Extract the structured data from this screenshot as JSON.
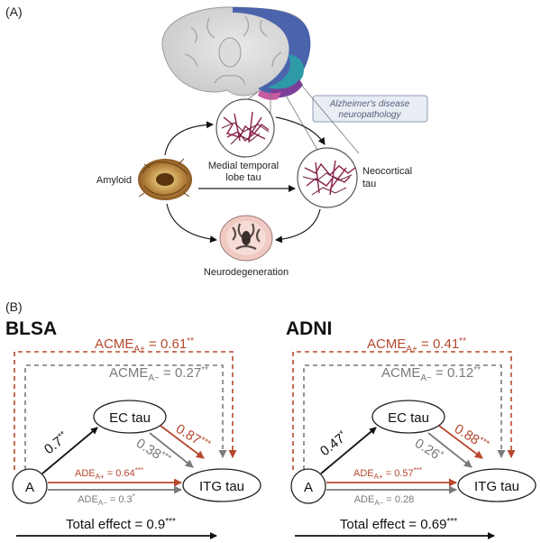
{
  "panel_a": {
    "label": "(A)",
    "nodes": {
      "amyloid": "Amyloid",
      "mtl_tau_1": "Medial temporal",
      "mtl_tau_2": "lobe tau",
      "neo_tau_1": "Neocortical",
      "neo_tau_2": "tau",
      "neurodegeneration": "Neurodegeneration"
    },
    "ad_box_1": "Alzheimer's disease",
    "ad_box_2": "neuropathology"
  },
  "panel_b": {
    "label": "(B)",
    "colors": {
      "black": "#111111",
      "rust": "#b5482e",
      "gray": "#7a7a7a"
    },
    "studies": [
      {
        "title": "BLSA",
        "acme_pos": {
          "base": "ACME",
          "sub": "A+",
          "value": " = 0.61",
          "stars": "**"
        },
        "acme_neg": {
          "base": "ACME",
          "sub": "A−",
          "value": " = 0.27",
          "stars": "**"
        },
        "ec_node": "EC tau",
        "a_node": "A",
        "itg_node": "ITG tau",
        "a_to_ec": {
          "value": "0.7",
          "stars": "**"
        },
        "ec_to_itg_pos": {
          "value": "0.87",
          "stars": "***"
        },
        "ec_to_itg_neg": {
          "value": "0.38",
          "stars": "***"
        },
        "ade_pos": {
          "base": "ADE",
          "sub": "A+",
          "value": " = 0.64",
          "stars": "***"
        },
        "ade_neg": {
          "base": "ADE",
          "sub": "A−",
          "value": " = 0.3",
          "stars": "*"
        },
        "total": {
          "text": "Total effect = 0.9",
          "stars": "***"
        }
      },
      {
        "title": "ADNI",
        "acme_pos": {
          "base": "ACME",
          "sub": "A+",
          "value": " = 0.41",
          "stars": "**"
        },
        "acme_neg": {
          "base": "ACME",
          "sub": "A−",
          "value": " = 0.12",
          "stars": "**"
        },
        "ec_node": "EC tau",
        "a_node": "A",
        "itg_node": "ITG tau",
        "a_to_ec": {
          "value": "0.47",
          "stars": "*"
        },
        "ec_to_itg_pos": {
          "value": "0.88",
          "stars": "***"
        },
        "ec_to_itg_neg": {
          "value": "0.26",
          "stars": "*"
        },
        "ade_pos": {
          "base": "ADE",
          "sub": "A+",
          "value": " = 0.57",
          "stars": "***"
        },
        "ade_neg": {
          "base": "ADE",
          "sub": "A−",
          "value": " = 0.28",
          "stars": ""
        },
        "total": {
          "text": "Total effect = 0.69",
          "stars": "***"
        }
      }
    ]
  }
}
